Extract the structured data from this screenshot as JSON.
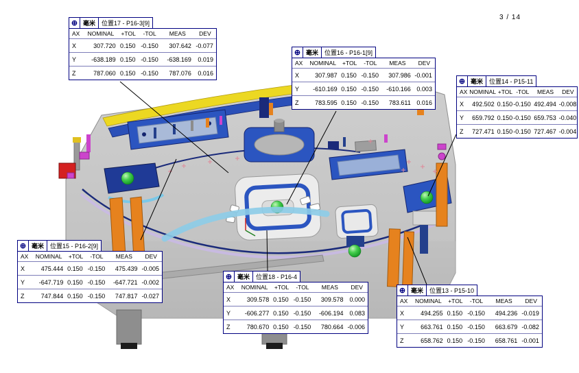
{
  "page": {
    "indicator": "3 / 14"
  },
  "icons": {
    "position": "⊕"
  },
  "colors": {
    "callout_border": "#000080",
    "leader_line": "#000000",
    "base_gray": "#c6c6c6",
    "fixture_blue": "#2b55c0",
    "navy": "#1a2a7a",
    "accent_yellow": "#ecd822",
    "accent_orange": "#e6821e",
    "sphere_green": "#2fbf3f",
    "accent_red": "#d42020",
    "accent_magenta": "#cc44cc",
    "accent_cyan": "#8ccce8"
  },
  "table_columns": [
    "AX",
    "NOMINAL",
    "+TOL",
    "-TOL",
    "MEAS",
    "DEV"
  ],
  "tables": [
    {
      "unit": "毫米",
      "title": "位置17 - P16-3[9]",
      "rows": [
        [
          "X",
          "307.720",
          "0.150",
          "-0.150",
          "307.642",
          "-0.077"
        ],
        [
          "Y",
          "-638.189",
          "0.150",
          "-0.150",
          "-638.169",
          "0.019"
        ],
        [
          "Z",
          "787.060",
          "0.150",
          "-0.150",
          "787.076",
          "0.016"
        ]
      ]
    },
    {
      "unit": "毫米",
      "title": "位置16 - P16-1[9]",
      "rows": [
        [
          "X",
          "307.987",
          "0.150",
          "-0.150",
          "307.986",
          "-0.001"
        ],
        [
          "Y",
          "-610.169",
          "0.150",
          "-0.150",
          "-610.166",
          "0.003"
        ],
        [
          "Z",
          "783.595",
          "0.150",
          "-0.150",
          "783.611",
          "0.016"
        ]
      ]
    },
    {
      "unit": "毫米",
      "title": "位置14 - P15-11",
      "rows": [
        [
          "X",
          "492.502",
          "0.150",
          "-0.150",
          "492.494",
          "-0.008"
        ],
        [
          "Y",
          "659.792",
          "0.150",
          "-0.150",
          "659.753",
          "-0.040"
        ],
        [
          "Z",
          "727.471",
          "0.150",
          "-0.150",
          "727.467",
          "-0.004"
        ]
      ]
    },
    {
      "unit": "毫米",
      "title": "位置15 - P16-2[9]",
      "rows": [
        [
          "X",
          "475.444",
          "0.150",
          "-0.150",
          "475.439",
          "-0.005"
        ],
        [
          "Y",
          "-647.719",
          "0.150",
          "-0.150",
          "-647.721",
          "-0.002"
        ],
        [
          "Z",
          "747.844",
          "0.150",
          "-0.150",
          "747.817",
          "-0.027"
        ]
      ]
    },
    {
      "unit": "毫米",
      "title": "位置18 - P16-4",
      "rows": [
        [
          "X",
          "309.578",
          "0.150",
          "-0.150",
          "309.578",
          "0.000"
        ],
        [
          "Y",
          "-606.277",
          "0.150",
          "-0.150",
          "-606.194",
          "0.083"
        ],
        [
          "Z",
          "780.670",
          "0.150",
          "-0.150",
          "780.664",
          "-0.006"
        ]
      ]
    },
    {
      "unit": "毫米",
      "title": "位置13 - P15-10",
      "rows": [
        [
          "X",
          "494.255",
          "0.150",
          "-0.150",
          "494.236",
          "-0.019"
        ],
        [
          "Y",
          "663.761",
          "0.150",
          "-0.150",
          "663.679",
          "-0.082"
        ],
        [
          "Z",
          "658.762",
          "0.150",
          "-0.150",
          "658.761",
          "-0.001"
        ]
      ]
    }
  ]
}
